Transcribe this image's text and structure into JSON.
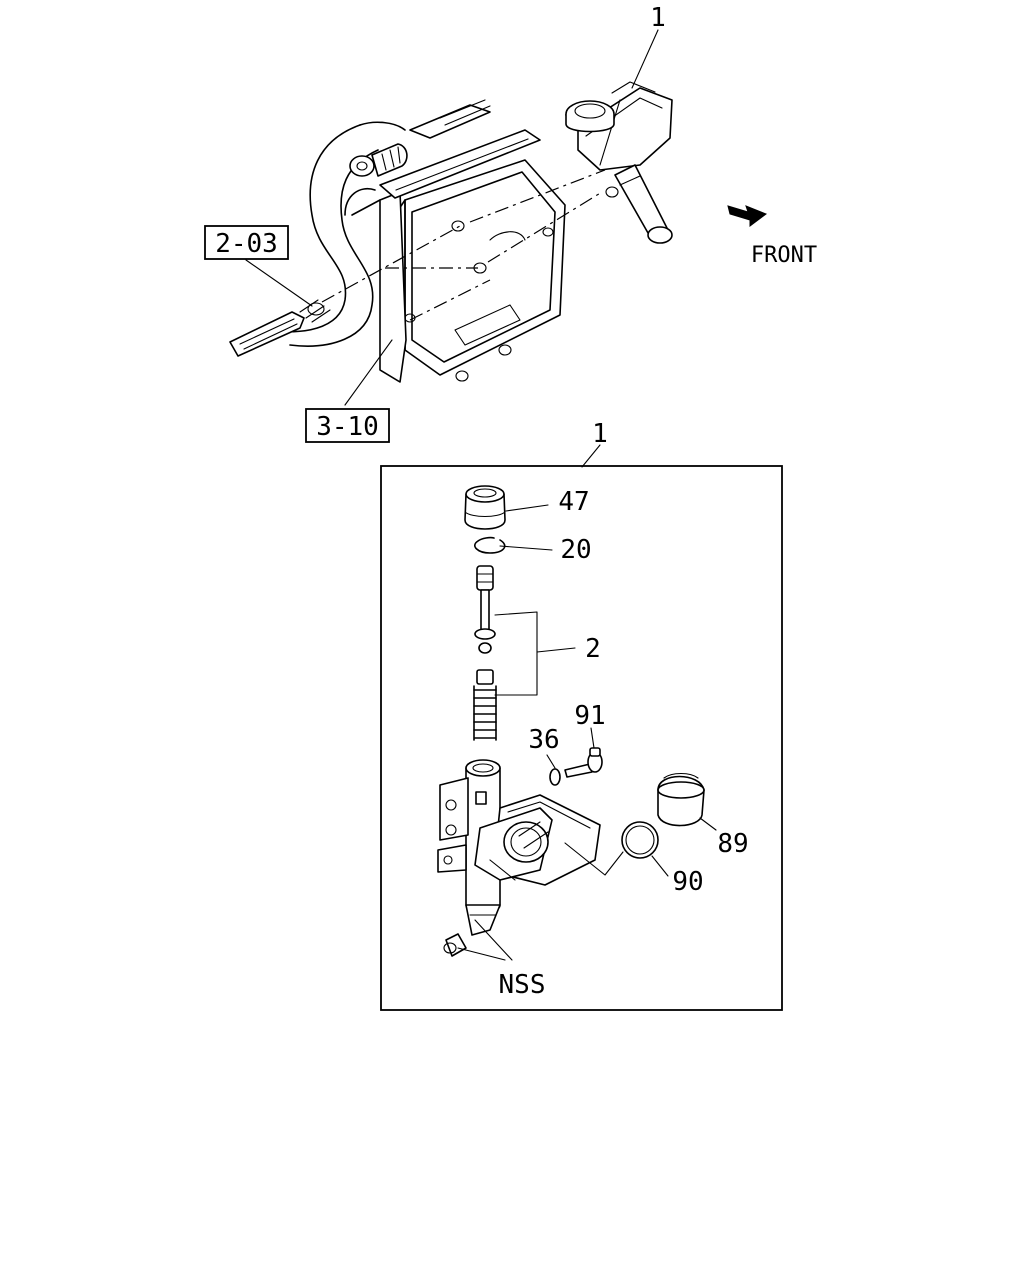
{
  "labels": {
    "top_item": "1",
    "ref_pedal": "2-03",
    "ref_bracket": "3-10",
    "front": "FRONT",
    "box_item": "1",
    "part_47": "47",
    "part_20": "20",
    "part_2": "2",
    "part_91": "91",
    "part_36": "36",
    "part_89": "89",
    "part_90": "90",
    "part_nss": "NSS"
  }
}
